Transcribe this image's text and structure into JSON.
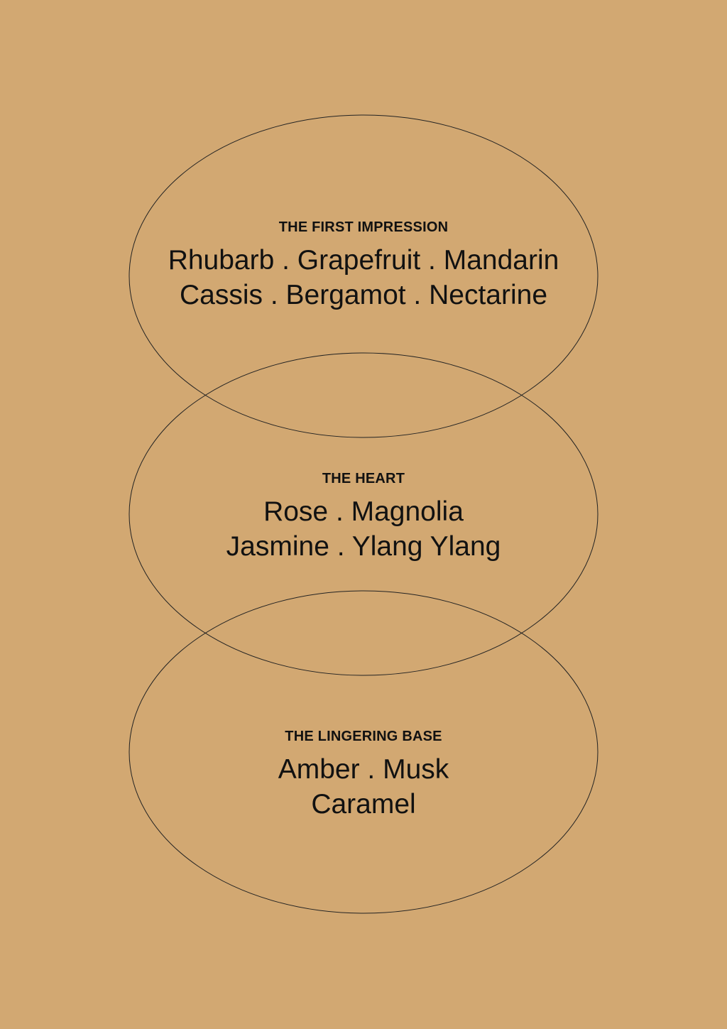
{
  "tiers": [
    {
      "heading": "THE FIRST IMPRESSION",
      "lines": [
        "Rhubarb . Grapefruit . Mandarin",
        "Cassis . Bergamot . Nectarine"
      ]
    },
    {
      "heading": "THE HEART",
      "lines": [
        "Rose . Magnolia",
        "Jasmine . Ylang Ylang"
      ]
    },
    {
      "heading": "THE LINGERING BASE",
      "lines": [
        "Amber . Musk",
        "Caramel"
      ]
    }
  ],
  "colors": {
    "background": "#d2a872",
    "ink": "#111111"
  }
}
